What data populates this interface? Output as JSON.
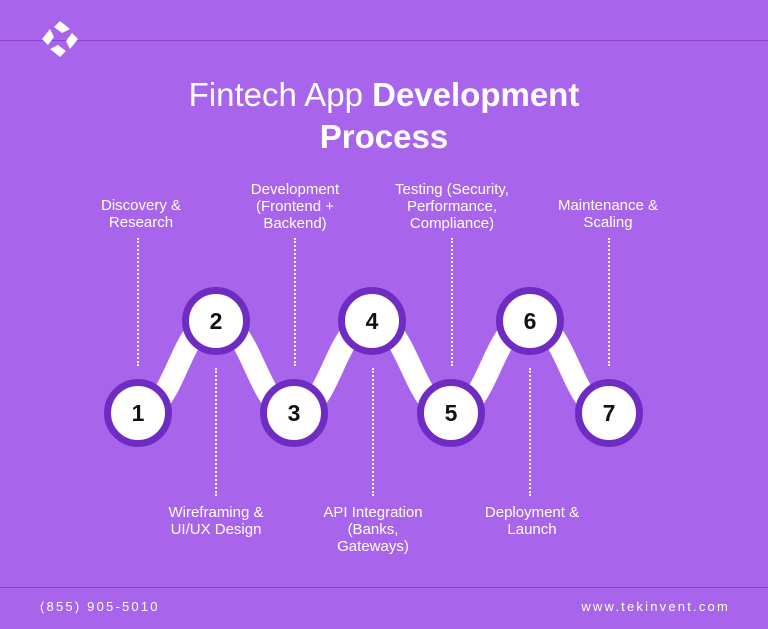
{
  "title": {
    "light": "Fintech App",
    "bold1": "Development",
    "bold2": "Process"
  },
  "steps": [
    {
      "number": "1",
      "label": "Discovery &\nResearch"
    },
    {
      "number": "2",
      "label": "Wireframing &\nUI/UX Design"
    },
    {
      "number": "3",
      "label": "Development\n(Frontend +\nBackend)"
    },
    {
      "number": "4",
      "label": "API Integration\n(Banks,\nGateways)"
    },
    {
      "number": "5",
      "label": "Testing (Security,\nPerformance,\nCompliance)"
    },
    {
      "number": "6",
      "label": "Deployment &\nLaunch"
    },
    {
      "number": "7",
      "label": "Maintenance &\nScaling"
    }
  ],
  "footer": {
    "phone": "(855) 905-5010",
    "website": "www.tekinvent.com"
  },
  "colors": {
    "background": "#a865ec",
    "ring": "#6e2cc2",
    "node_fill": "#ffffff",
    "text": "#ffffff"
  },
  "logo": {
    "icon": "pinwheel-logo-icon"
  }
}
